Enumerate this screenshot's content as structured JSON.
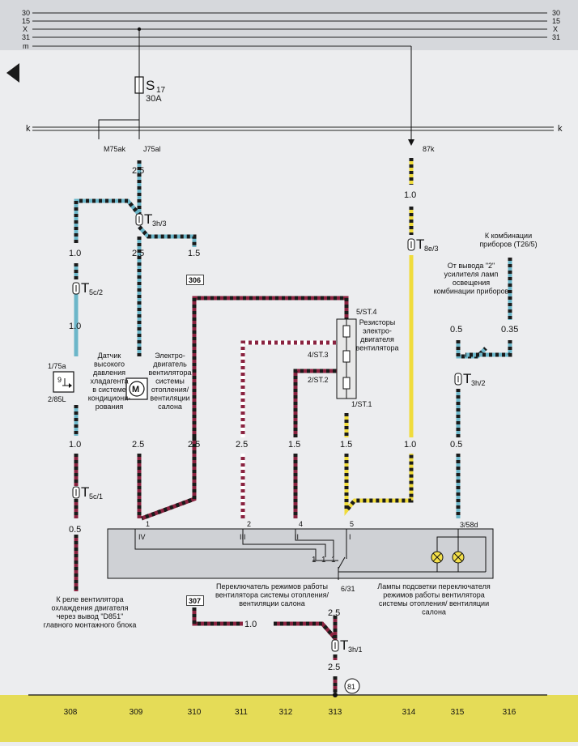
{
  "colors": {
    "blue": "#6cb6c9",
    "black": "#1a1a1a",
    "red": "#8a2340",
    "yellow": "#f0dc3c",
    "white": "#ffffff",
    "footer": "#e5dc57",
    "arrow": "#1a1a1a"
  },
  "buses": {
    "b30": "30",
    "b15": "15",
    "bx": "X",
    "b31": "31",
    "bm": "m",
    "bk": "k"
  },
  "fuse": {
    "name": "S",
    "number": "17",
    "rating": "30A"
  },
  "pins": {
    "m75ak": "M75ak",
    "j75al": "J75al",
    "p87k": "87k",
    "p175a": "1/75a",
    "p285l": "2/85L",
    "st4": "5/ST.4",
    "st3": "4/ST.3",
    "st2": "2/ST.2",
    "st1": "1/ST.1",
    "p358d": "3/58d",
    "p631": "6/31",
    "sw1": "1",
    "sw2": "2",
    "sw4": "4",
    "sw5": "5",
    "swIV": "IV",
    "swIII": "III",
    "swII": "II",
    "swI": "I"
  },
  "connectors": {
    "t33": {
      "main": "T",
      "sub": "3h/3"
    },
    "t52": {
      "main": "T",
      "sub": "5c/2"
    },
    "t51": {
      "main": "T",
      "sub": "5c/1"
    },
    "t83": {
      "main": "T",
      "sub": "8e/3"
    },
    "t32": {
      "main": "T",
      "sub": "3h/2"
    },
    "t31": {
      "main": "T",
      "sub": "3h/1"
    }
  },
  "wire_sizes": {
    "w309a": "2.5",
    "w309b": "2.5",
    "w309c": "2.5",
    "w310a": "1.5",
    "w310b": "2.5",
    "w308a": "1.0",
    "w308b": "1.0",
    "w308c": "1.0",
    "w308d": "0.5",
    "w311": "2.5",
    "w312": "1.5",
    "w313": "1.5",
    "w314a": "1.0",
    "w314b": "1.0",
    "w315a": "0.5",
    "w315b": "0.5",
    "w316": "0.35",
    "w313b": "2.5",
    "w313c": "2.5",
    "w312b": "1.0"
  },
  "refs": {
    "r306": "306",
    "r307": "307",
    "r81": "81"
  },
  "component_ids": {
    "sensor_num": "9"
  },
  "labels": {
    "sensor": [
      "Датчик",
      "высокого",
      "давления",
      "хладагента",
      "в системе",
      "кондициони-",
      "рования"
    ],
    "motor": [
      "Электро-",
      "двигатель",
      "вентилятора",
      "системы",
      "отопления/",
      "вентиляции",
      "салона"
    ],
    "resistors": [
      "Резисторы",
      "электро-",
      "двигателя",
      "вентилятора"
    ],
    "combo_top": [
      "К комбинации",
      "приборов (T26/5)"
    ],
    "amp": [
      "От вывода \"2\"",
      "усилителя ламп",
      "освещения",
      "комбинации приборов"
    ],
    "relay": [
      "К реле вентилятора",
      "охлаждения двигателя",
      "через вывод \"D851\"",
      "главного монтажного блока"
    ],
    "switch": [
      "Переключатель режимов работы",
      "вентилятора системы отопления/",
      "вентиляции салона"
    ],
    "lamps": [
      "Лампы подсветки переключателя",
      "режимов работы вентилятора",
      "системы отопления/ вентиляции",
      "салона"
    ]
  },
  "footer_cols": [
    "308",
    "309",
    "310",
    "311",
    "312",
    "313",
    "314",
    "315",
    "316"
  ]
}
